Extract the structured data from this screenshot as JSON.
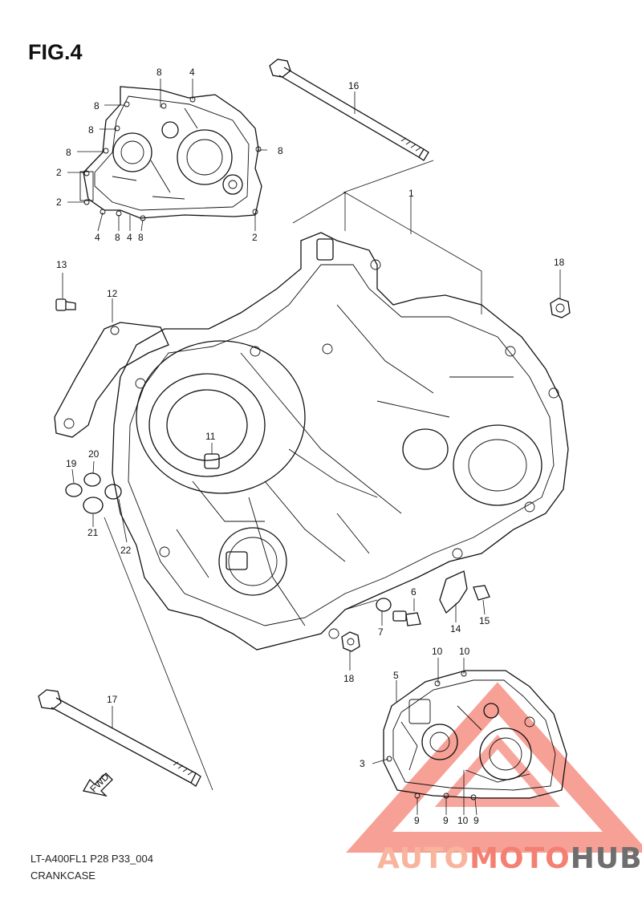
{
  "figure": {
    "title": "FIG.4",
    "footer_code": "LT-A400FL1 P28 P33_004",
    "footer_name": "CRANKCASE",
    "fwd_label": "FWD"
  },
  "watermark": {
    "brand": "AUTOMOTOHUB",
    "colors": {
      "accent": "#f26b5b",
      "accent_light": "#f7a88c",
      "dark": "#555555"
    }
  },
  "callouts": [
    {
      "n": "1"
    },
    {
      "n": "2"
    },
    {
      "n": "2"
    },
    {
      "n": "2"
    },
    {
      "n": "3"
    },
    {
      "n": "4"
    },
    {
      "n": "4"
    },
    {
      "n": "4"
    },
    {
      "n": "5"
    },
    {
      "n": "6"
    },
    {
      "n": "7"
    },
    {
      "n": "8"
    },
    {
      "n": "8"
    },
    {
      "n": "8"
    },
    {
      "n": "8"
    },
    {
      "n": "8"
    },
    {
      "n": "8"
    },
    {
      "n": "8"
    },
    {
      "n": "9"
    },
    {
      "n": "9"
    },
    {
      "n": "9"
    },
    {
      "n": "10"
    },
    {
      "n": "10"
    },
    {
      "n": "10"
    },
    {
      "n": "11"
    },
    {
      "n": "12"
    },
    {
      "n": "13"
    },
    {
      "n": "14"
    },
    {
      "n": "15"
    },
    {
      "n": "16"
    },
    {
      "n": "17"
    },
    {
      "n": "18"
    },
    {
      "n": "18"
    },
    {
      "n": "19"
    },
    {
      "n": "20"
    },
    {
      "n": "21"
    },
    {
      "n": "22"
    }
  ]
}
